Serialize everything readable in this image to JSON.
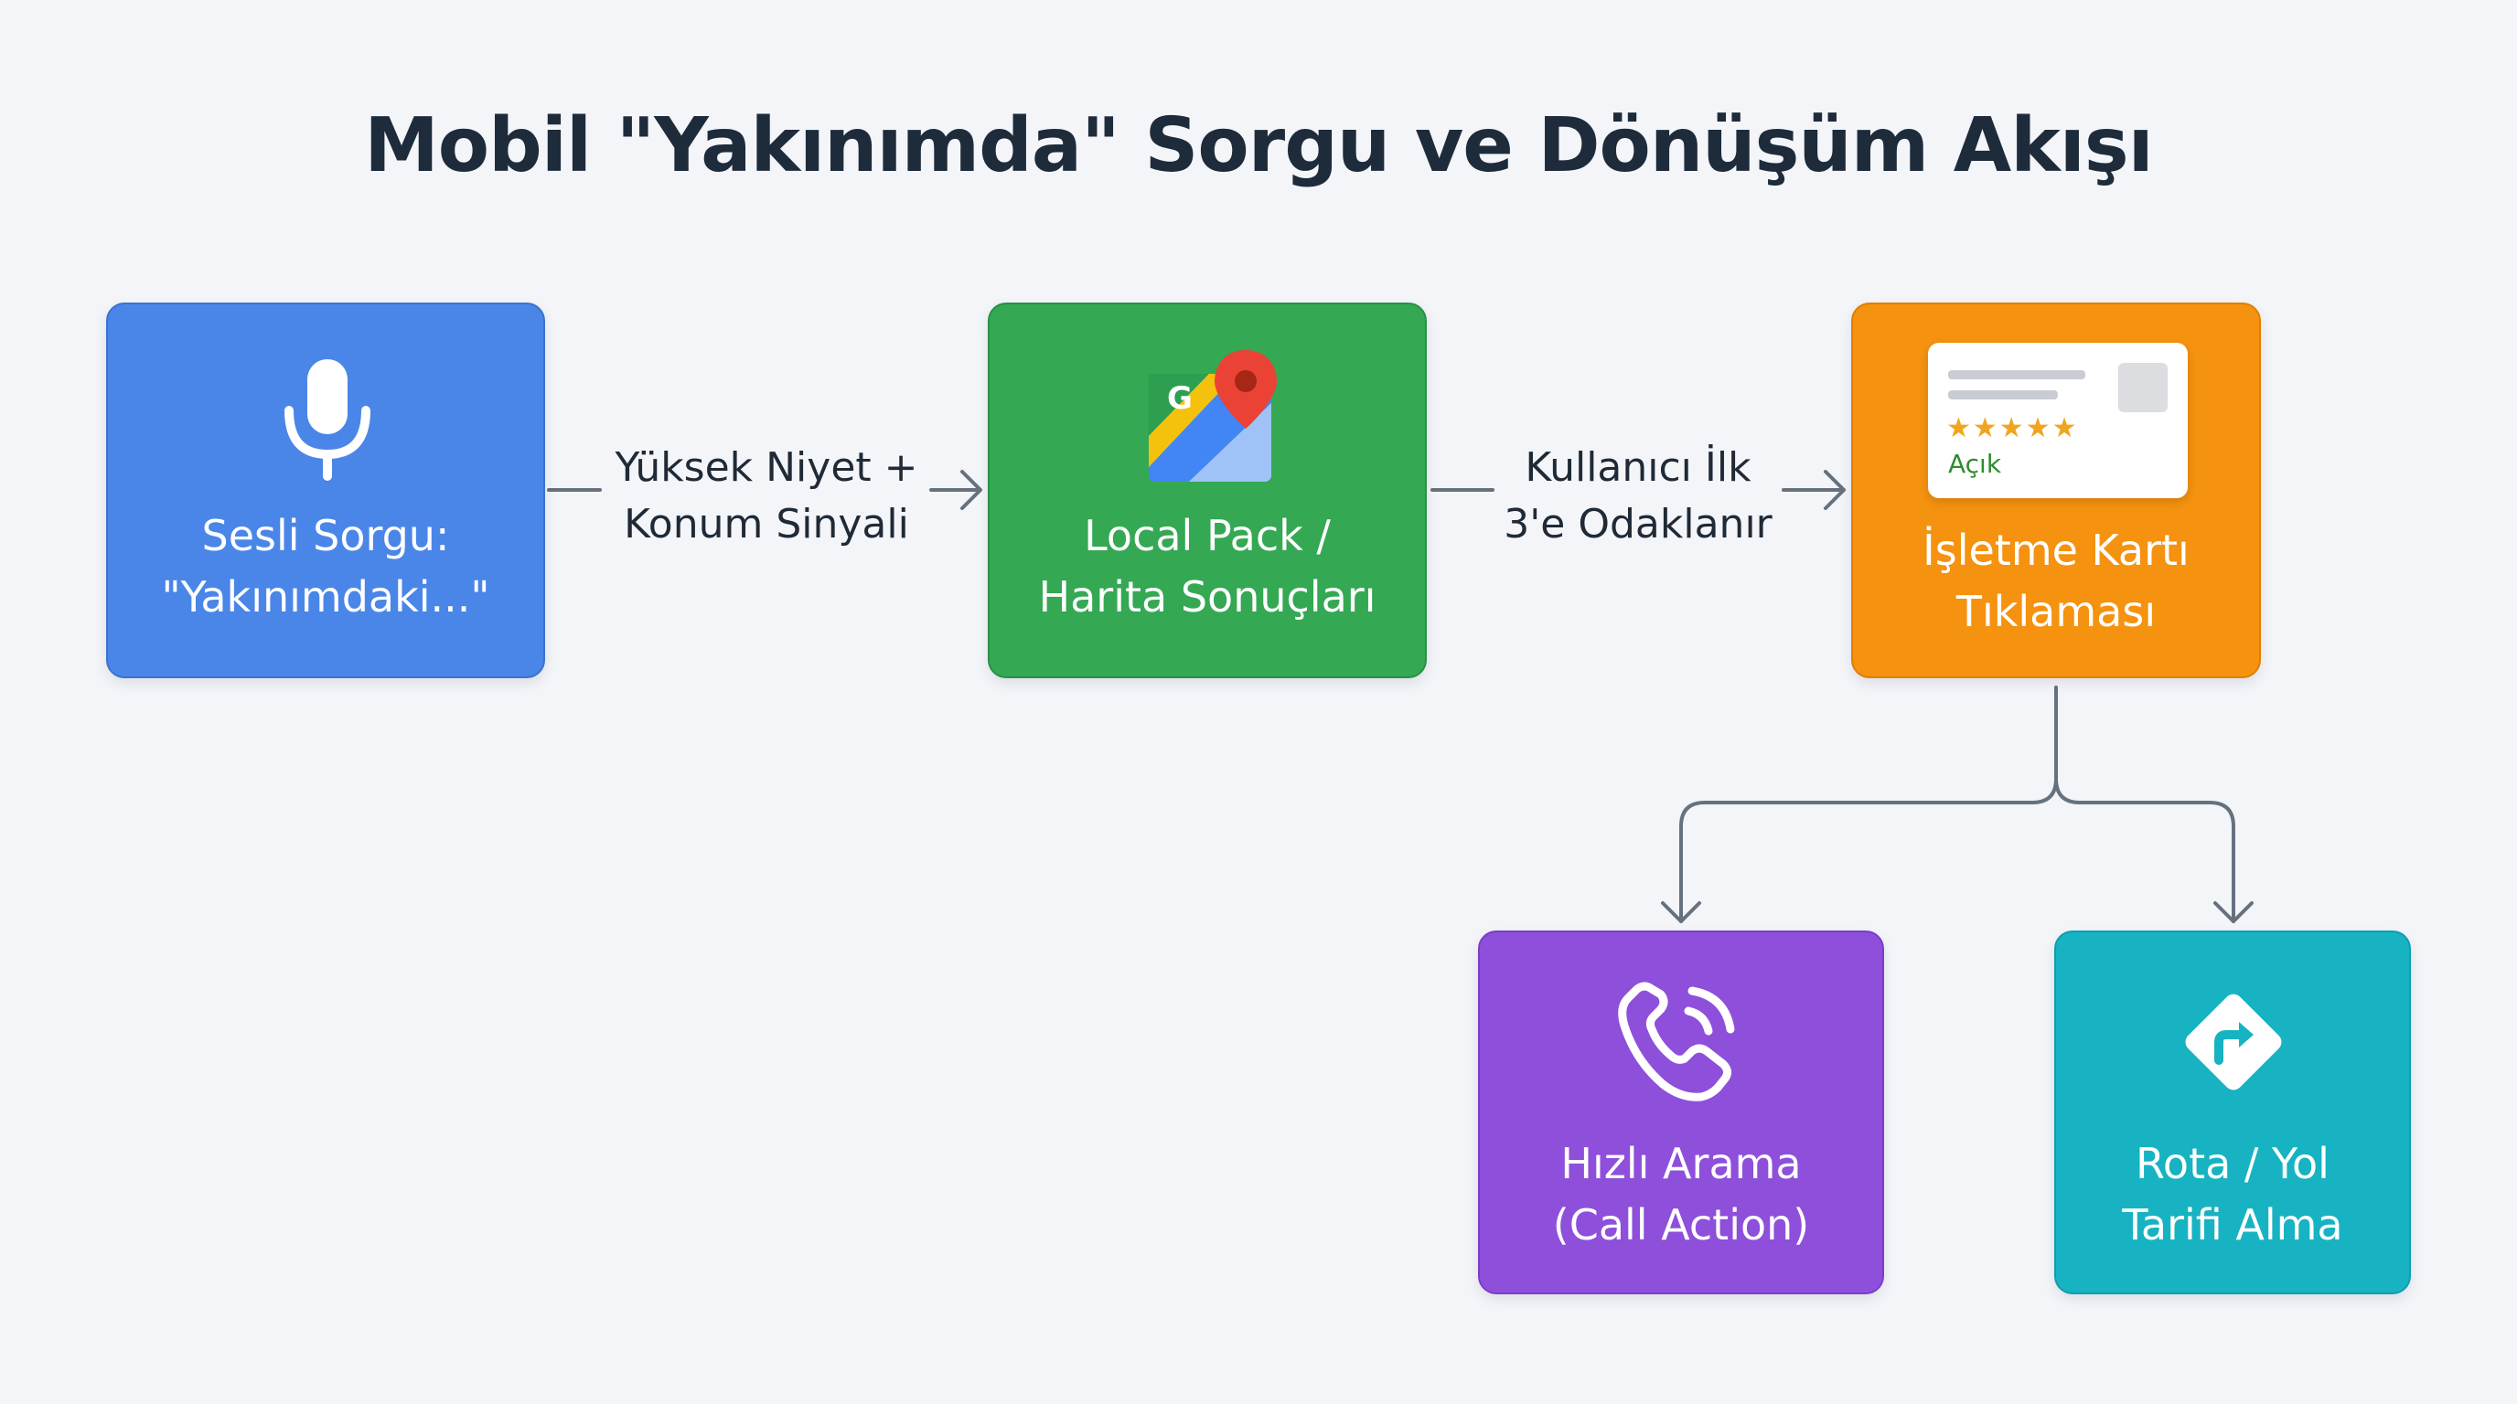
{
  "title": "Mobil \"Yakınımda\" Sorgu ve Dönüşüm Akışı",
  "nodes": {
    "voice": {
      "label": [
        "Sesli Sorgu:",
        "\"Yakınımdaki...\""
      ],
      "color": "#4a86e8",
      "icon": "microphone-icon"
    },
    "local_pack": {
      "label": [
        "Local Pack /",
        "Harita Sonuçları"
      ],
      "color": "#34a853",
      "icon": "google-maps-icon"
    },
    "business_card": {
      "label": [
        "İşletme Kartı",
        "Tıklaması"
      ],
      "color": "#f5920f",
      "icon": "business-card-icon",
      "card": {
        "stars": "★★★★★",
        "status": "Açık"
      }
    },
    "call": {
      "label": [
        "Hızlı Arama",
        "(Call Action)"
      ],
      "color": "#8e4fdb",
      "icon": "phone-icon"
    },
    "directions": {
      "label": [
        "Rota / Yol",
        "Tarifi Alma"
      ],
      "color": "#17b3c2",
      "icon": "directions-icon"
    }
  },
  "edges": {
    "voice_to_pack": [
      "Yüksek Niyet +",
      "Konum Sinyali"
    ],
    "pack_to_card": [
      "Kullanıcı İlk",
      "3'e Odaklanır"
    ]
  },
  "colors": {
    "connector": "#66717e",
    "title": "#1e2b3a",
    "background": "#f3f5f9"
  }
}
